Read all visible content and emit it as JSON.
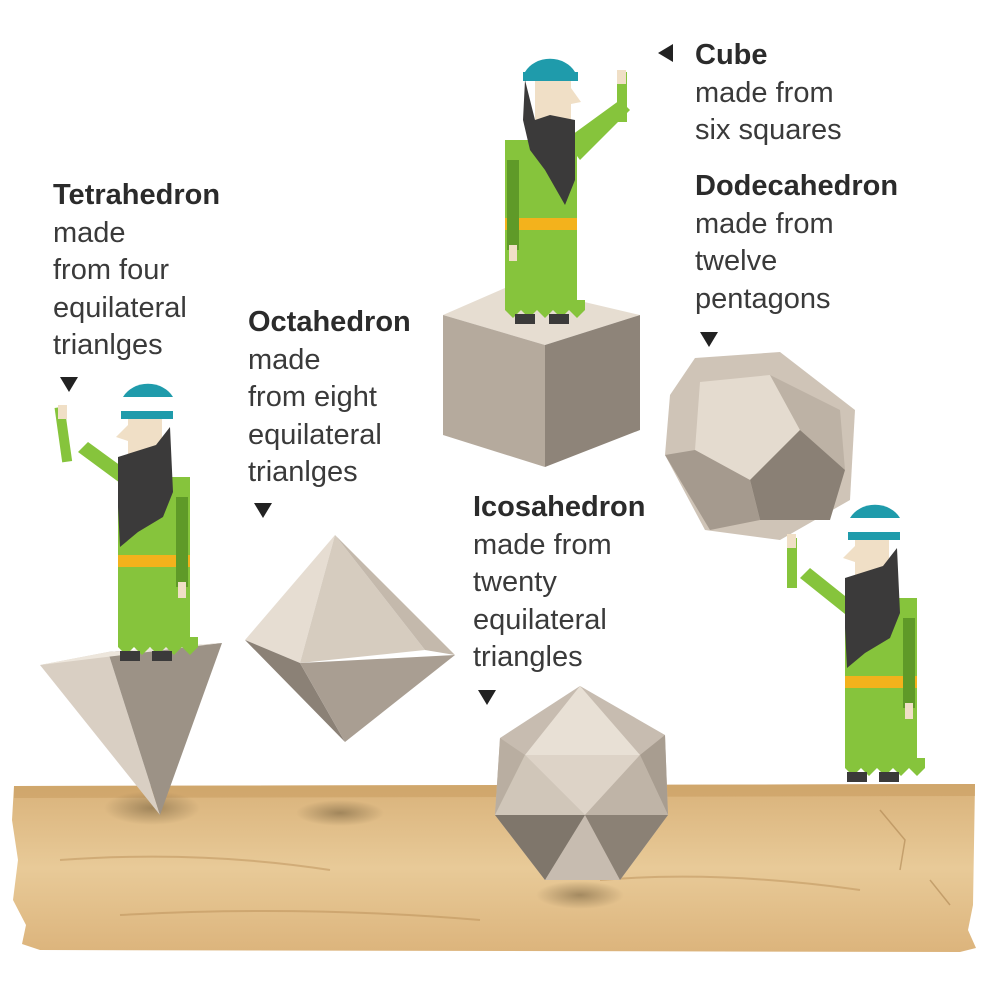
{
  "solids": [
    {
      "id": "tetrahedron",
      "name": "Tetrahedron",
      "description": [
        "made",
        "from four",
        "equilateral",
        "trianlges"
      ]
    },
    {
      "id": "octahedron",
      "name": "Octahedron",
      "description": [
        "made",
        "from eight",
        "equilateral",
        "trianlges"
      ]
    },
    {
      "id": "cube",
      "name": "Cube",
      "description": [
        "made from",
        "six squares"
      ]
    },
    {
      "id": "dodecahedron",
      "name": "Dodecahedron",
      "description": [
        "made from",
        "twelve",
        "pentagons"
      ]
    },
    {
      "id": "icosahedron",
      "name": "Icosahedron",
      "description": [
        "made from",
        "twenty",
        "equilateral",
        "triangles"
      ]
    }
  ],
  "colors": {
    "robe": "#86c43c",
    "robe_dark": "#5f9a28",
    "hat": "#1f9bab",
    "skin": "#f0dfc6",
    "beard": "#3b3a3a",
    "belt": "#f3b21c",
    "stone_light": "#e2d8cb",
    "stone_mid": "#b7aca0",
    "stone_dark": "#7e756b",
    "parchment": "#e4c38f",
    "parchment_dark": "#b98e56"
  },
  "icons": [
    "philosopher-figure",
    "down-arrow-icon",
    "left-arrow-icon"
  ]
}
